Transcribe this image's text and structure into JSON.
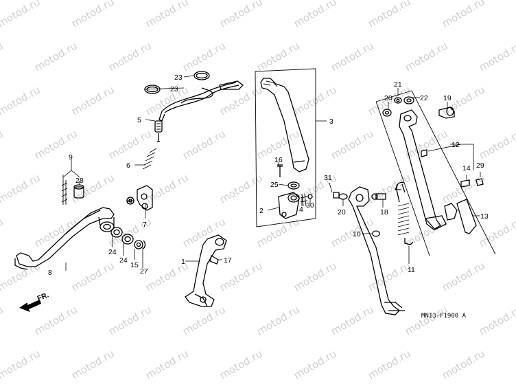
{
  "watermark": "motod.ru",
  "diagram_code": "MN13-F1900 A",
  "front_label": "FR.",
  "callouts": {
    "c1": "1",
    "c2": "2",
    "c3": "3",
    "c4": "4",
    "c5": "5",
    "c6": "6",
    "c7": "7",
    "c8": "8",
    "c9": "9",
    "c10": "10",
    "c11": "11",
    "c12": "12",
    "c13": "13",
    "c14": "14",
    "c15": "15",
    "c16": "16",
    "c17": "17",
    "c18": "18",
    "c19": "19",
    "c20a": "20",
    "c20b": "20",
    "c21": "21",
    "c22": "22",
    "c23a": "23",
    "c23b": "23",
    "c24a": "24",
    "c24b": "24",
    "c25": "25",
    "c26": "26",
    "c27": "27",
    "c28": "28",
    "c29": "29",
    "c30": "30",
    "c31": "31"
  }
}
